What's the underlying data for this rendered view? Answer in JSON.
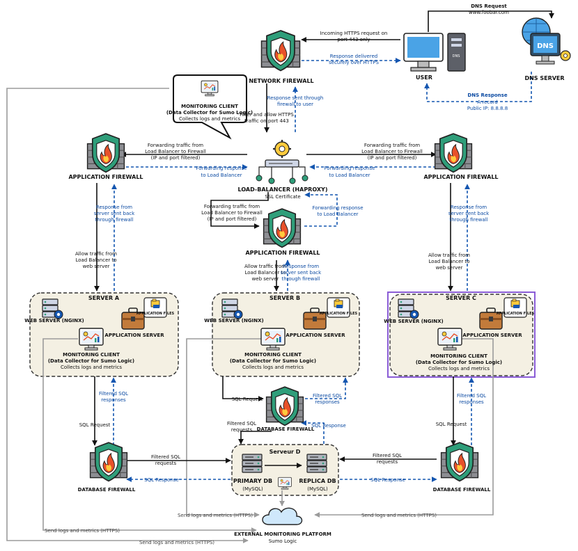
{
  "dns": {
    "request_title": "DNS Request",
    "request_host": "www.foobar.com",
    "server_label": "DNS SERVER",
    "icon_text": "DNS",
    "response_title": "DNS Response",
    "response_line1": "A record",
    "response_line2": "Public IP: 8.8.8.8"
  },
  "user": {
    "label": "USER",
    "dns_tower_text": "DNS"
  },
  "network_firewall": {
    "label": "NETWORK FIREWALL",
    "incoming_line1": "Incoming HTTPS request on",
    "incoming_line2": "port 443 only",
    "delivered_line1": "Response delivered",
    "delivered_line2": "securely over HTTPS",
    "filter_line1": "Filter and allow HTTPS",
    "filter_line2": "traffic on port 443",
    "sent_line1": "Response sent through",
    "sent_line2": "firewall to user"
  },
  "monitoring_callout": {
    "title": "MONITORING CLIENT",
    "subtitle": "(Data Collector for Sumo Logic)",
    "desc": "Collects logs and metrics"
  },
  "load_balancer": {
    "label": "LOAD-BALANCER (HAPROXY)",
    "sublabel": "SSL Certificate"
  },
  "app_firewall": {
    "label": "APPLICATION FIREWALL",
    "forward_line1": "Forwarding traffic from",
    "forward_line2": "Load Balancer to Firewall",
    "forward_line3": "(IP and port filtered)",
    "response_line1": "Forwarding response",
    "response_line2": "to Load Balancer",
    "allow_line1": "Allow traffic from",
    "allow_line2": "Load Balancer to",
    "allow_line3": "web server",
    "back_line1": "Response from",
    "back_line2": "server sent back",
    "back_line3": "through firewall"
  },
  "servers": {
    "a": "SERVER A",
    "b": "SERVER B",
    "c": "SERVER C",
    "web_server": "WEB SERVER (NGINX)",
    "app_server": "APPLICATION SERVER",
    "app_files": "APPLICATION FILES",
    "mon_title": "MONITORING CLIENT",
    "mon_subtitle": "(Data Collector for Sumo Logic)",
    "mon_desc": "Collects logs and metrics"
  },
  "database": {
    "firewall_label": "DATABASE FIREWALL",
    "sql_request": "SQL Request",
    "filtered_line1": "Filtered SQL",
    "filtered_line2": "responses",
    "filtered_req_line1": "Filtered SQL",
    "filtered_req_line2": "requests",
    "sql_response": "SQL Response"
  },
  "serveur_d": {
    "title": "Serveur D",
    "primary": "PRIMARY DB",
    "replica": "REPLICA DB",
    "engine": "(MySQL)"
  },
  "monitoring_platform": {
    "title": "EXTERNAL MONITORING PLATFORM",
    "subtitle": "Sumo Logic",
    "send_logs": "Send logs and metrics (HTTPS)"
  },
  "colors": {
    "server_bg": "#f4f0e3",
    "accent_blue": "#1456b0",
    "shield_green": "#2f9e7a",
    "brick": "#8d8e93",
    "fire": "#e8512a",
    "highlight": "#8a5cd6"
  }
}
